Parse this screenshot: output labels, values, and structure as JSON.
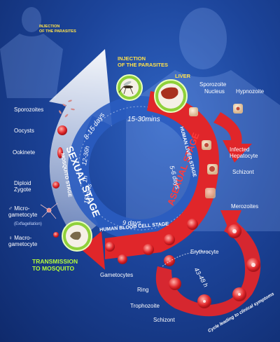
{
  "labels": {
    "injection_small": "INJECTION\nOF THE PARASITES",
    "injection_main": "INJECTION\nOF THE PARASITES",
    "liver": "LIVER",
    "transmission": "TRANSMISSION\nTO MOSQUITO",
    "sexual_stage": "SEXUAL STAGE",
    "asexual_stage": "ASEXUAL STAGE",
    "mosquito_stage": "MOSQUITO STAGE",
    "human_liver_stage": "HUMAN LIVER STAGE",
    "human_blood_stage": "HUMAN BLOOD CELL STAGE",
    "t_8_15_days": "8-15 days",
    "t_12_36h": "12-36h",
    "t_1h": "1h",
    "t_15mins": "15mins",
    "t_15_30mins": "15-30mins",
    "t_5_6_days": "5-6 days",
    "t_9_days": "9 days",
    "t_43_48h": "43-48 h",
    "cycle_symptoms": "Cycle leading to clinical symptoms",
    "sporozoites_left": "Sporozoites",
    "oocysts": "Oocysts",
    "ookinete": "Ookinete",
    "diploid_zygote": "Diploid\nZygote",
    "micro_gametocyte": "Micro-\ngametocyte",
    "exflagellation": "(Exflagellation)",
    "macro_gametocyte": "Macro-\ngametocyte",
    "sporozoite": "Sporozoite",
    "nucleus": "Nucleus",
    "hypnozoite": "Hypnozoite",
    "infected_hepatocyte": "Infected\nHepatocyte",
    "schizont_liver": "Schizont",
    "merozoites": "Merozoites",
    "erythrocyte": "Erythrocyte",
    "gametocytes": "Gametocytes",
    "ring": "Ring",
    "trophozoite": "Trophozoite",
    "schizont_blood": "Schizont"
  },
  "colors": {
    "background": "#1c449a",
    "red_arrow": "#e0262a",
    "white_arrow": "#eef2ff",
    "badge_green": "#8fd13a",
    "title_yellow": "#ffe14a",
    "title_green": "#b7ff3a"
  },
  "icons": {
    "mosquito": "mosquito-icon",
    "liver": "liver-icon",
    "sample": "microscope-sample-icon",
    "male_symbol": "male-symbol-icon",
    "female_symbol": "female-symbol-icon"
  }
}
